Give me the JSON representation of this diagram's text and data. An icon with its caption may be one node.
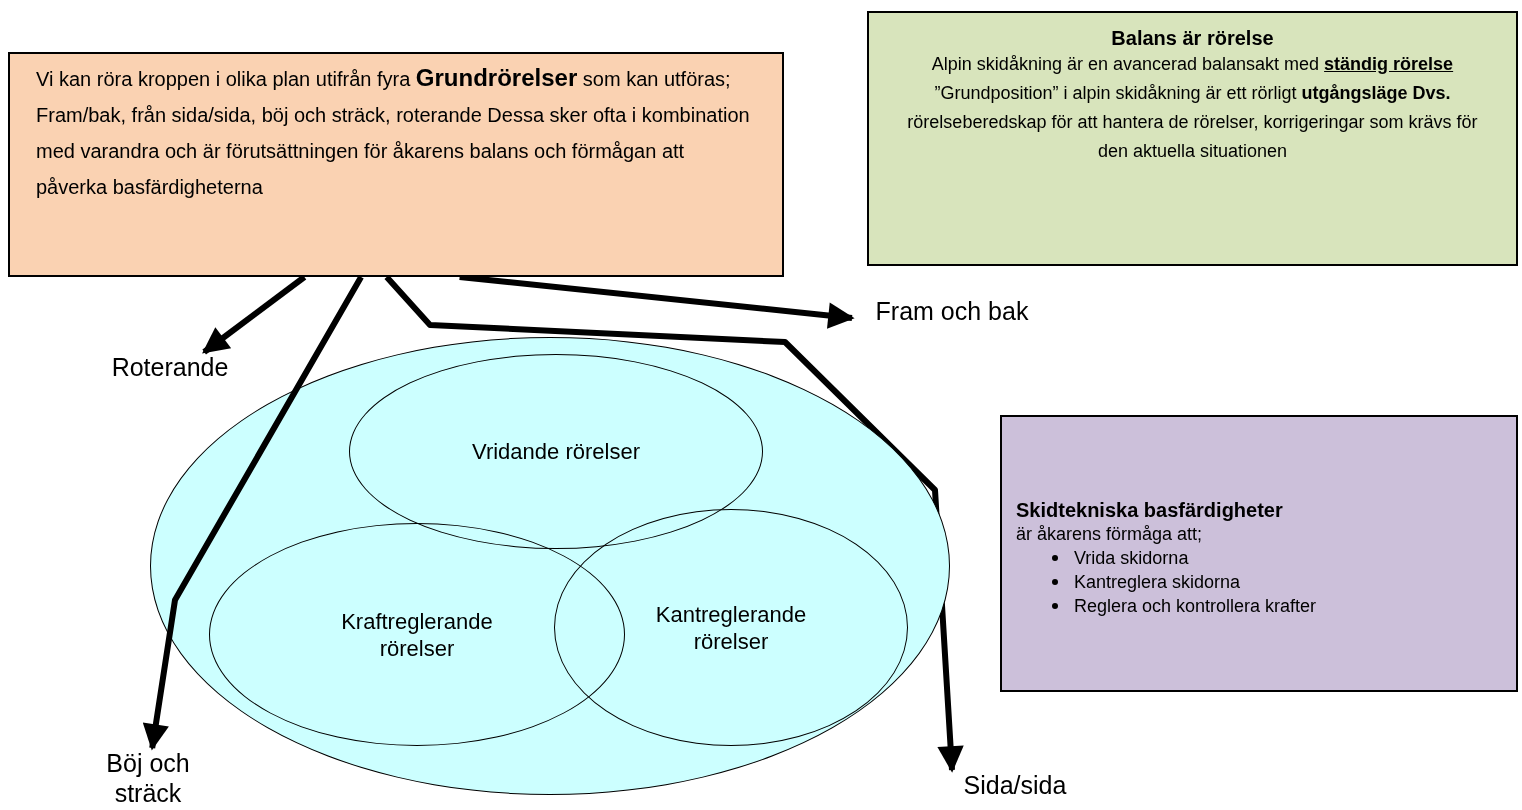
{
  "diagram": {
    "nodes": [
      {
        "text": [
          "Vi kan röra kroppen i olika plan utifrån fyra **Grundrörelser** som kan utföras; Fram/bak, från sida/sida, böj och sträck, roterande Dessa sker ofta i kombination med varandra och är förutsättningen för åkarens balans och förmågan att påverka basfärdigheterna"
        ]
      },
      {
        "text": [
          "Balans är rörelse",
          "Alpin skidåkning är en avancerad balansakt med **ständig rörelse** ”Grundposition” i alpin skidåkning är ett rörligt **utgångsläge Dvs.** rörelseberedskap för att hantera de rörelser, korrigeringar som krävs för den aktuella situationen"
        ]
      },
      {
        "text": [
          "Roterande"
        ]
      },
      {
        "text": [
          "Fram och bak"
        ]
      },
      {
        "text": [],
        "shape": "ellipse"
      },
      {
        "text": [
          "Vridande rörelser"
        ],
        "in": 4
      },
      {
        "text": [
          "Kraftreglerande rörelser"
        ],
        "in": 4
      },
      {
        "text": [
          "Kantreglerande rörelser"
        ],
        "in": 4
      },
      {
        "text": [
          "Skidtekniska basfärdigheter",
          "är åkarens förmåga att;",
          "Vrida skidorna",
          "Kantreglera skidorna",
          "Reglera och kontrollera krafter"
        ]
      },
      {
        "text": [
          "Böj och sträck"
        ]
      },
      {
        "text": [
          "Sida/sida"
        ]
      }
    ],
    "edges": [
      {
        "from": 0,
        "to": 2,
        "arrow": "to"
      },
      {
        "from": 0,
        "to": 9,
        "arrow": "to"
      },
      {
        "from": 0,
        "to": 3,
        "arrow": "to"
      },
      {
        "from": 0,
        "to": 10,
        "arrow": "to"
      }
    ]
  }
}
